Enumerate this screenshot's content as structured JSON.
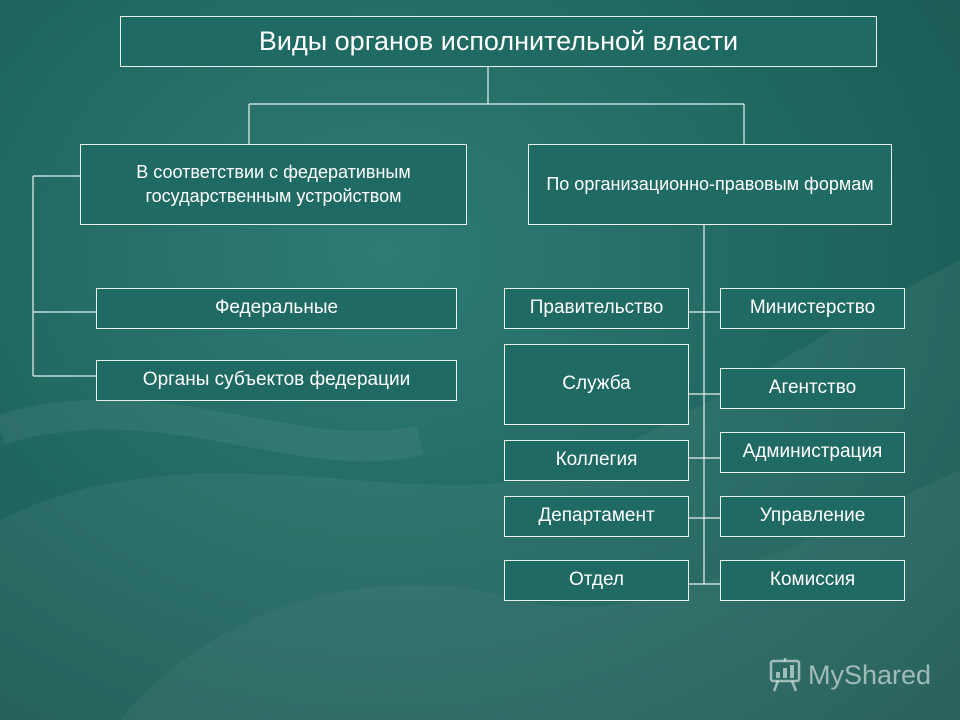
{
  "title": "Виды органов исполнительной власти",
  "categories": {
    "federal_structure": "В соответствии с федеративным государственным устройством",
    "legal_forms": "По организационно-правовым формам"
  },
  "federal_items": [
    "Федеральные",
    "Органы субъектов федерации"
  ],
  "legal_forms_left": [
    "Правительство",
    "Служба",
    "Коллегия",
    "Департамент",
    "Отдел"
  ],
  "legal_forms_right": [
    "Министерство",
    "Агентство",
    "Администрация",
    "Управление",
    "Комиссия"
  ],
  "watermark": "MyShared"
}
